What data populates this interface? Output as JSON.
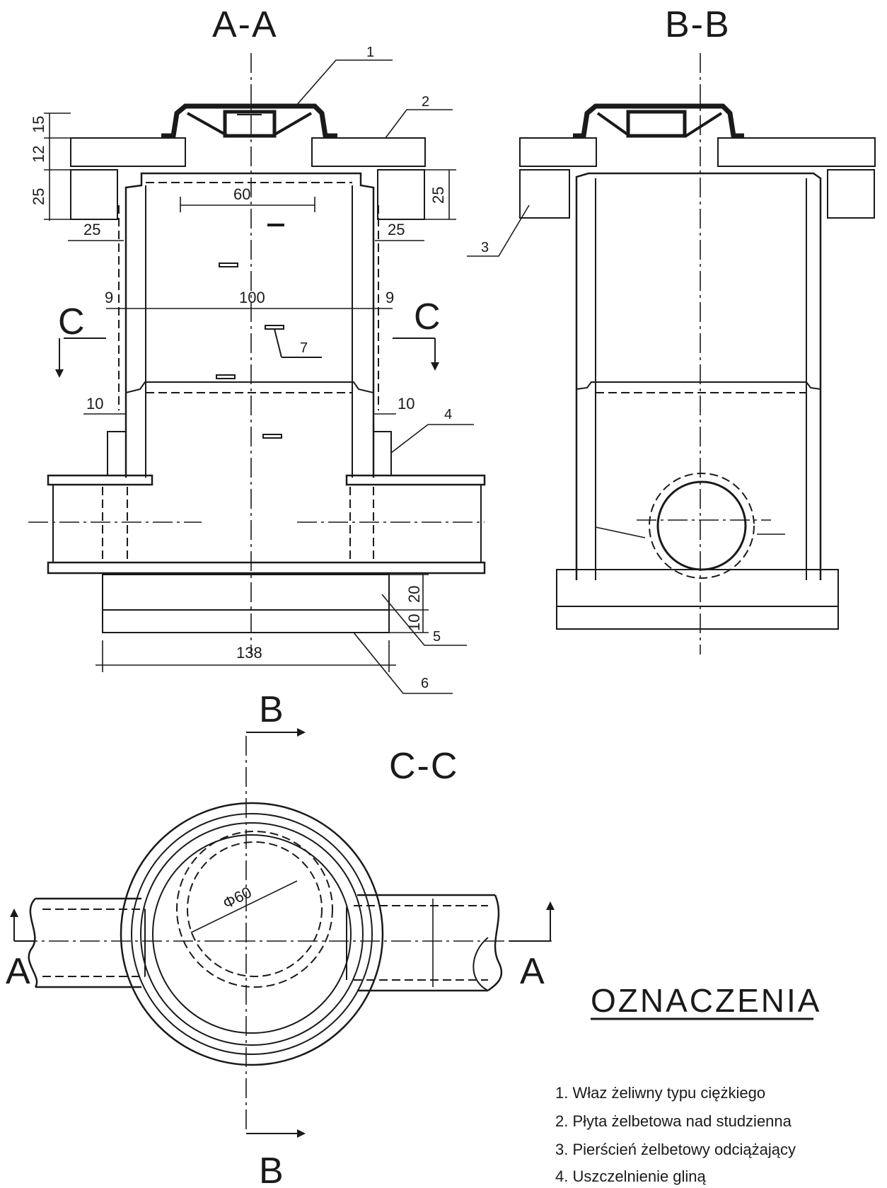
{
  "sections": {
    "aa": "A-A",
    "bb": "B-B",
    "cc": "C-C"
  },
  "cut_marks": {
    "c": "C",
    "a": "A",
    "b": "B"
  },
  "dimensions": {
    "d15": "15",
    "d12": "12",
    "d25": "25",
    "d60": "60",
    "d100": "100",
    "d9": "9",
    "d10": "10",
    "d20": "20",
    "d138": "138",
    "phi60": "Φ60"
  },
  "callouts": [
    "1",
    "2",
    "3",
    "4",
    "5",
    "6",
    "7"
  ],
  "legend": {
    "title": "OZNACZENIA",
    "items": [
      "1. Właz żeliwny typu ciężkiego",
      "2. Płyta żelbetowa nad studzienna",
      "3. Pierścień żelbetowy odciążający",
      "4. Uszczelnienie gliną"
    ]
  }
}
